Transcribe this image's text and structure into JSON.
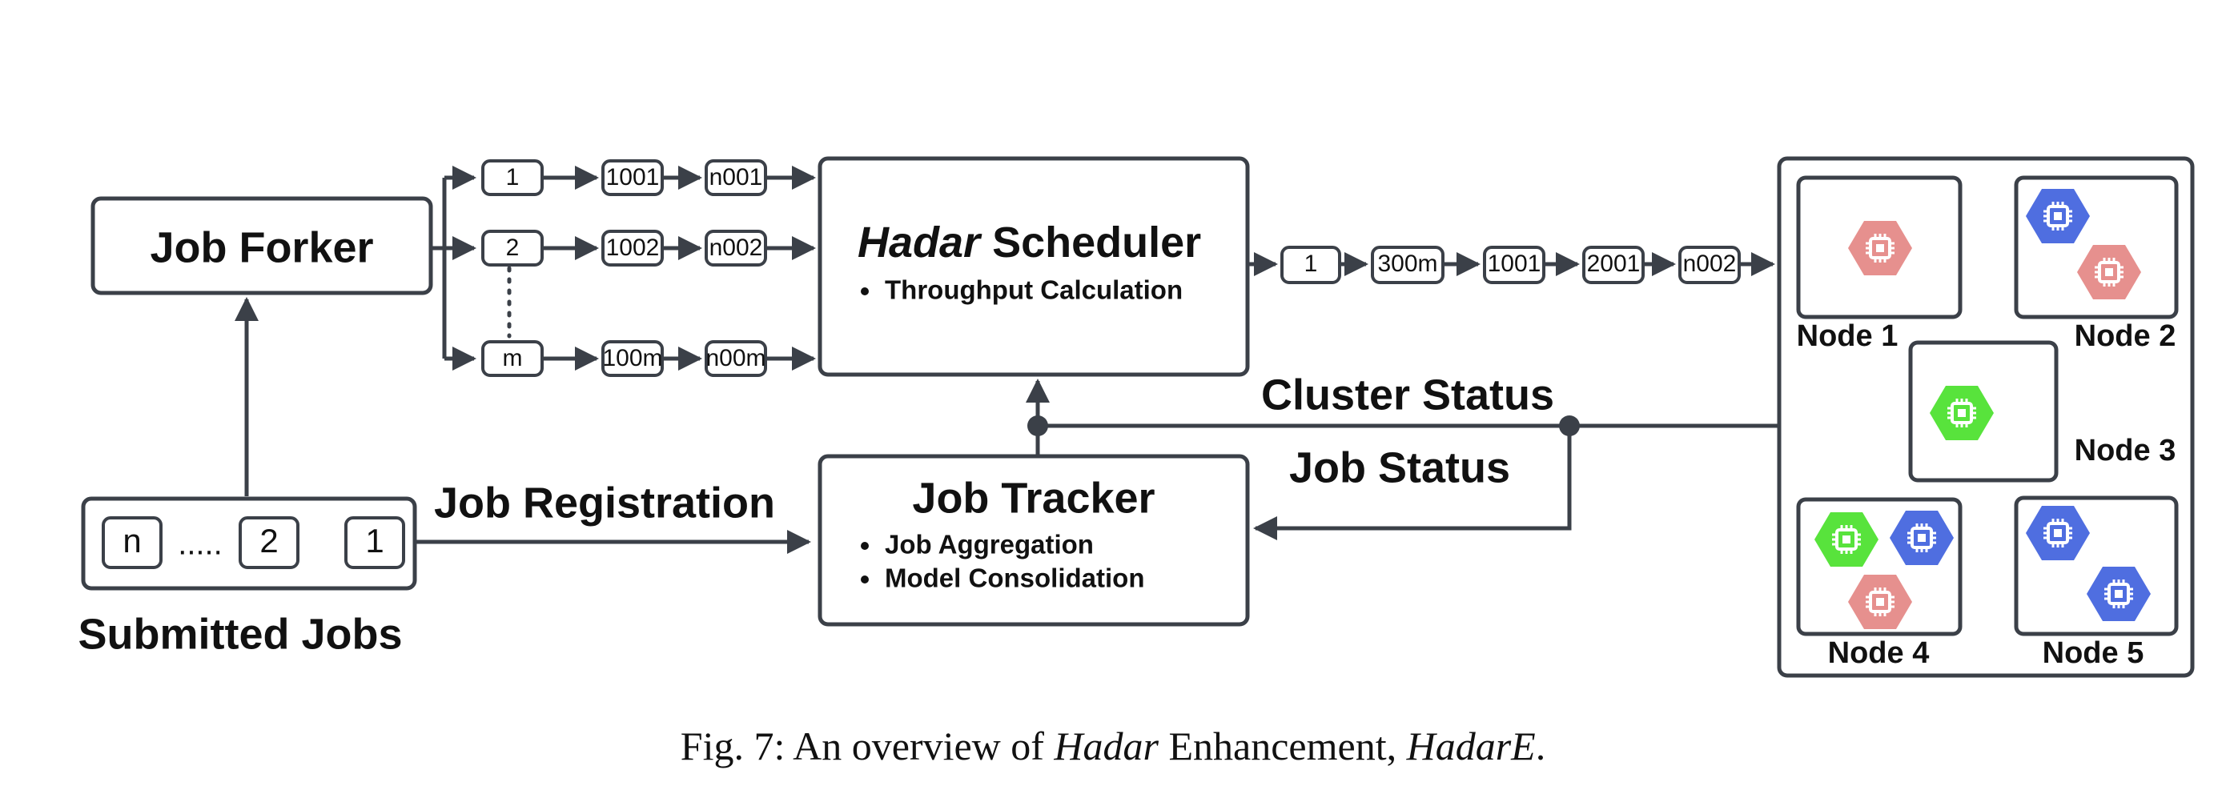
{
  "job_forker": {
    "title": "Job Forker"
  },
  "submitted_jobs": {
    "label": "Submitted Jobs",
    "items": [
      "n",
      ".....",
      "2",
      "1"
    ]
  },
  "job_registration": {
    "label": "Job Registration"
  },
  "queues": {
    "rows": [
      [
        "1",
        "1001",
        "n001"
      ],
      [
        "2",
        "1002",
        "n002"
      ],
      [
        "m",
        "100m",
        "n00m"
      ]
    ]
  },
  "scheduler": {
    "title_italic": "Hadar",
    "title_rest": " Scheduler",
    "bullet": "Throughput Calculation"
  },
  "output_queue": [
    "1",
    "300m",
    "1001",
    "2001",
    "n002"
  ],
  "job_tracker": {
    "title": "Job Tracker",
    "bullets": [
      "Job Aggregation",
      "Model Consolidation"
    ]
  },
  "cluster_status": {
    "label": "Cluster Status"
  },
  "job_status": {
    "label": "Job Status"
  },
  "cluster": {
    "nodes": [
      {
        "label": "Node 1",
        "chips": [
          "pink"
        ]
      },
      {
        "label": "Node 2",
        "chips": [
          "blue",
          "pink"
        ]
      },
      {
        "label": "Node 3",
        "chips": [
          "green"
        ]
      },
      {
        "label": "Node 4",
        "chips": [
          "green",
          "blue",
          "pink"
        ]
      },
      {
        "label": "Node 5",
        "chips": [
          "blue",
          "blue"
        ]
      }
    ]
  },
  "colors": {
    "pink": "#e6908e",
    "blue": "#4f6ee0",
    "green": "#58e33c",
    "stroke": "#3b4048"
  },
  "caption": {
    "prefix": "Fig. 7: An overview of ",
    "hadar": "Hadar",
    "middle": " Enhancement, ",
    "hadare": "HadarE",
    "suffix": "."
  }
}
